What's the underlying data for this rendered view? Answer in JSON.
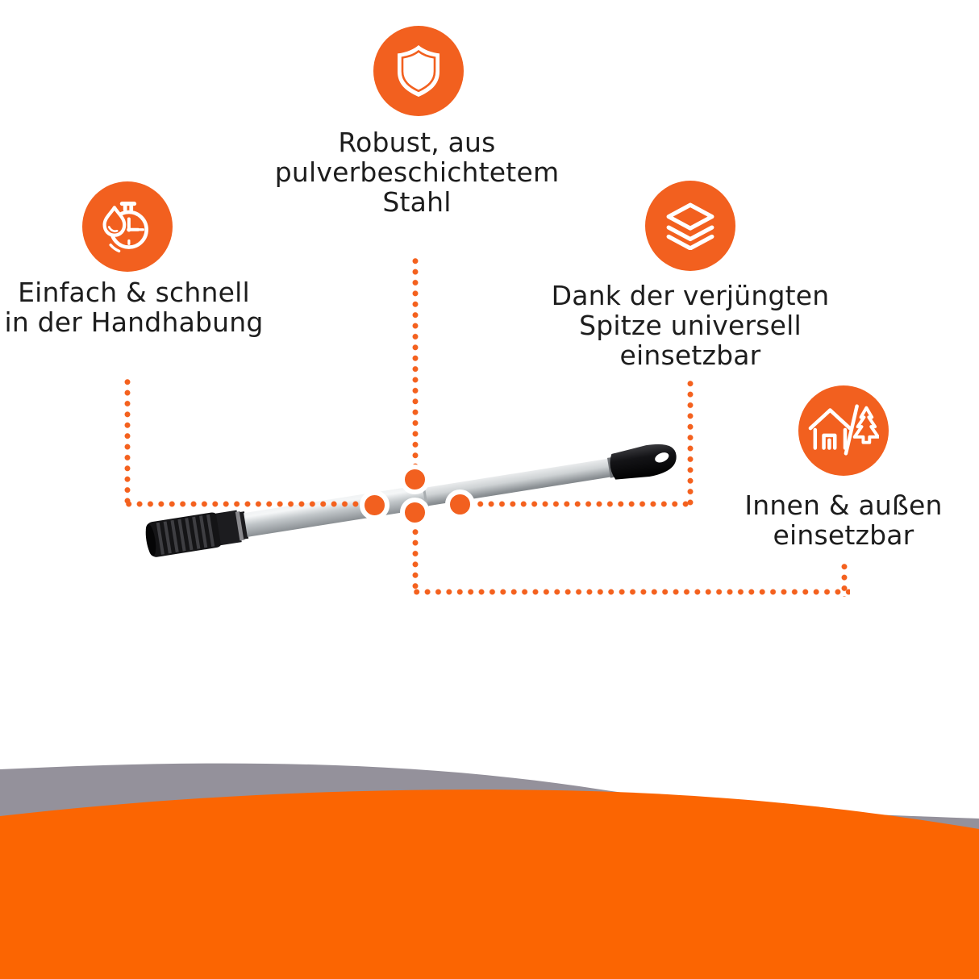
{
  "colors": {
    "accent_orange": "#F2601F",
    "dotted_line_orange": "#F4611E",
    "wave_orange": "#FB6502",
    "wave_gray": "#94919B",
    "text": "#1D1D1D",
    "pole_metal_light": "#F2F4F5",
    "pole_metal_dark": "#6F7478",
    "pole_black": "#17171A"
  },
  "features": [
    {
      "id": "robust",
      "icon": "shield-icon",
      "lines": [
        "Robust, aus",
        "pulverbeschichtetem",
        "Stahl"
      ]
    },
    {
      "id": "handling",
      "icon": "stopwatch-drop-icon",
      "lines": [
        "Einfach & schnell",
        "in der Handhabung"
      ]
    },
    {
      "id": "universal-tip",
      "icon": "layers-icon",
      "lines": [
        "Dank der verjüngten",
        "Spitze universell",
        "einsetzbar"
      ]
    },
    {
      "id": "indoor-outdoor",
      "icon": "house-tree-icon",
      "lines": [
        "Innen & außen",
        "einsetzbar"
      ]
    }
  ]
}
